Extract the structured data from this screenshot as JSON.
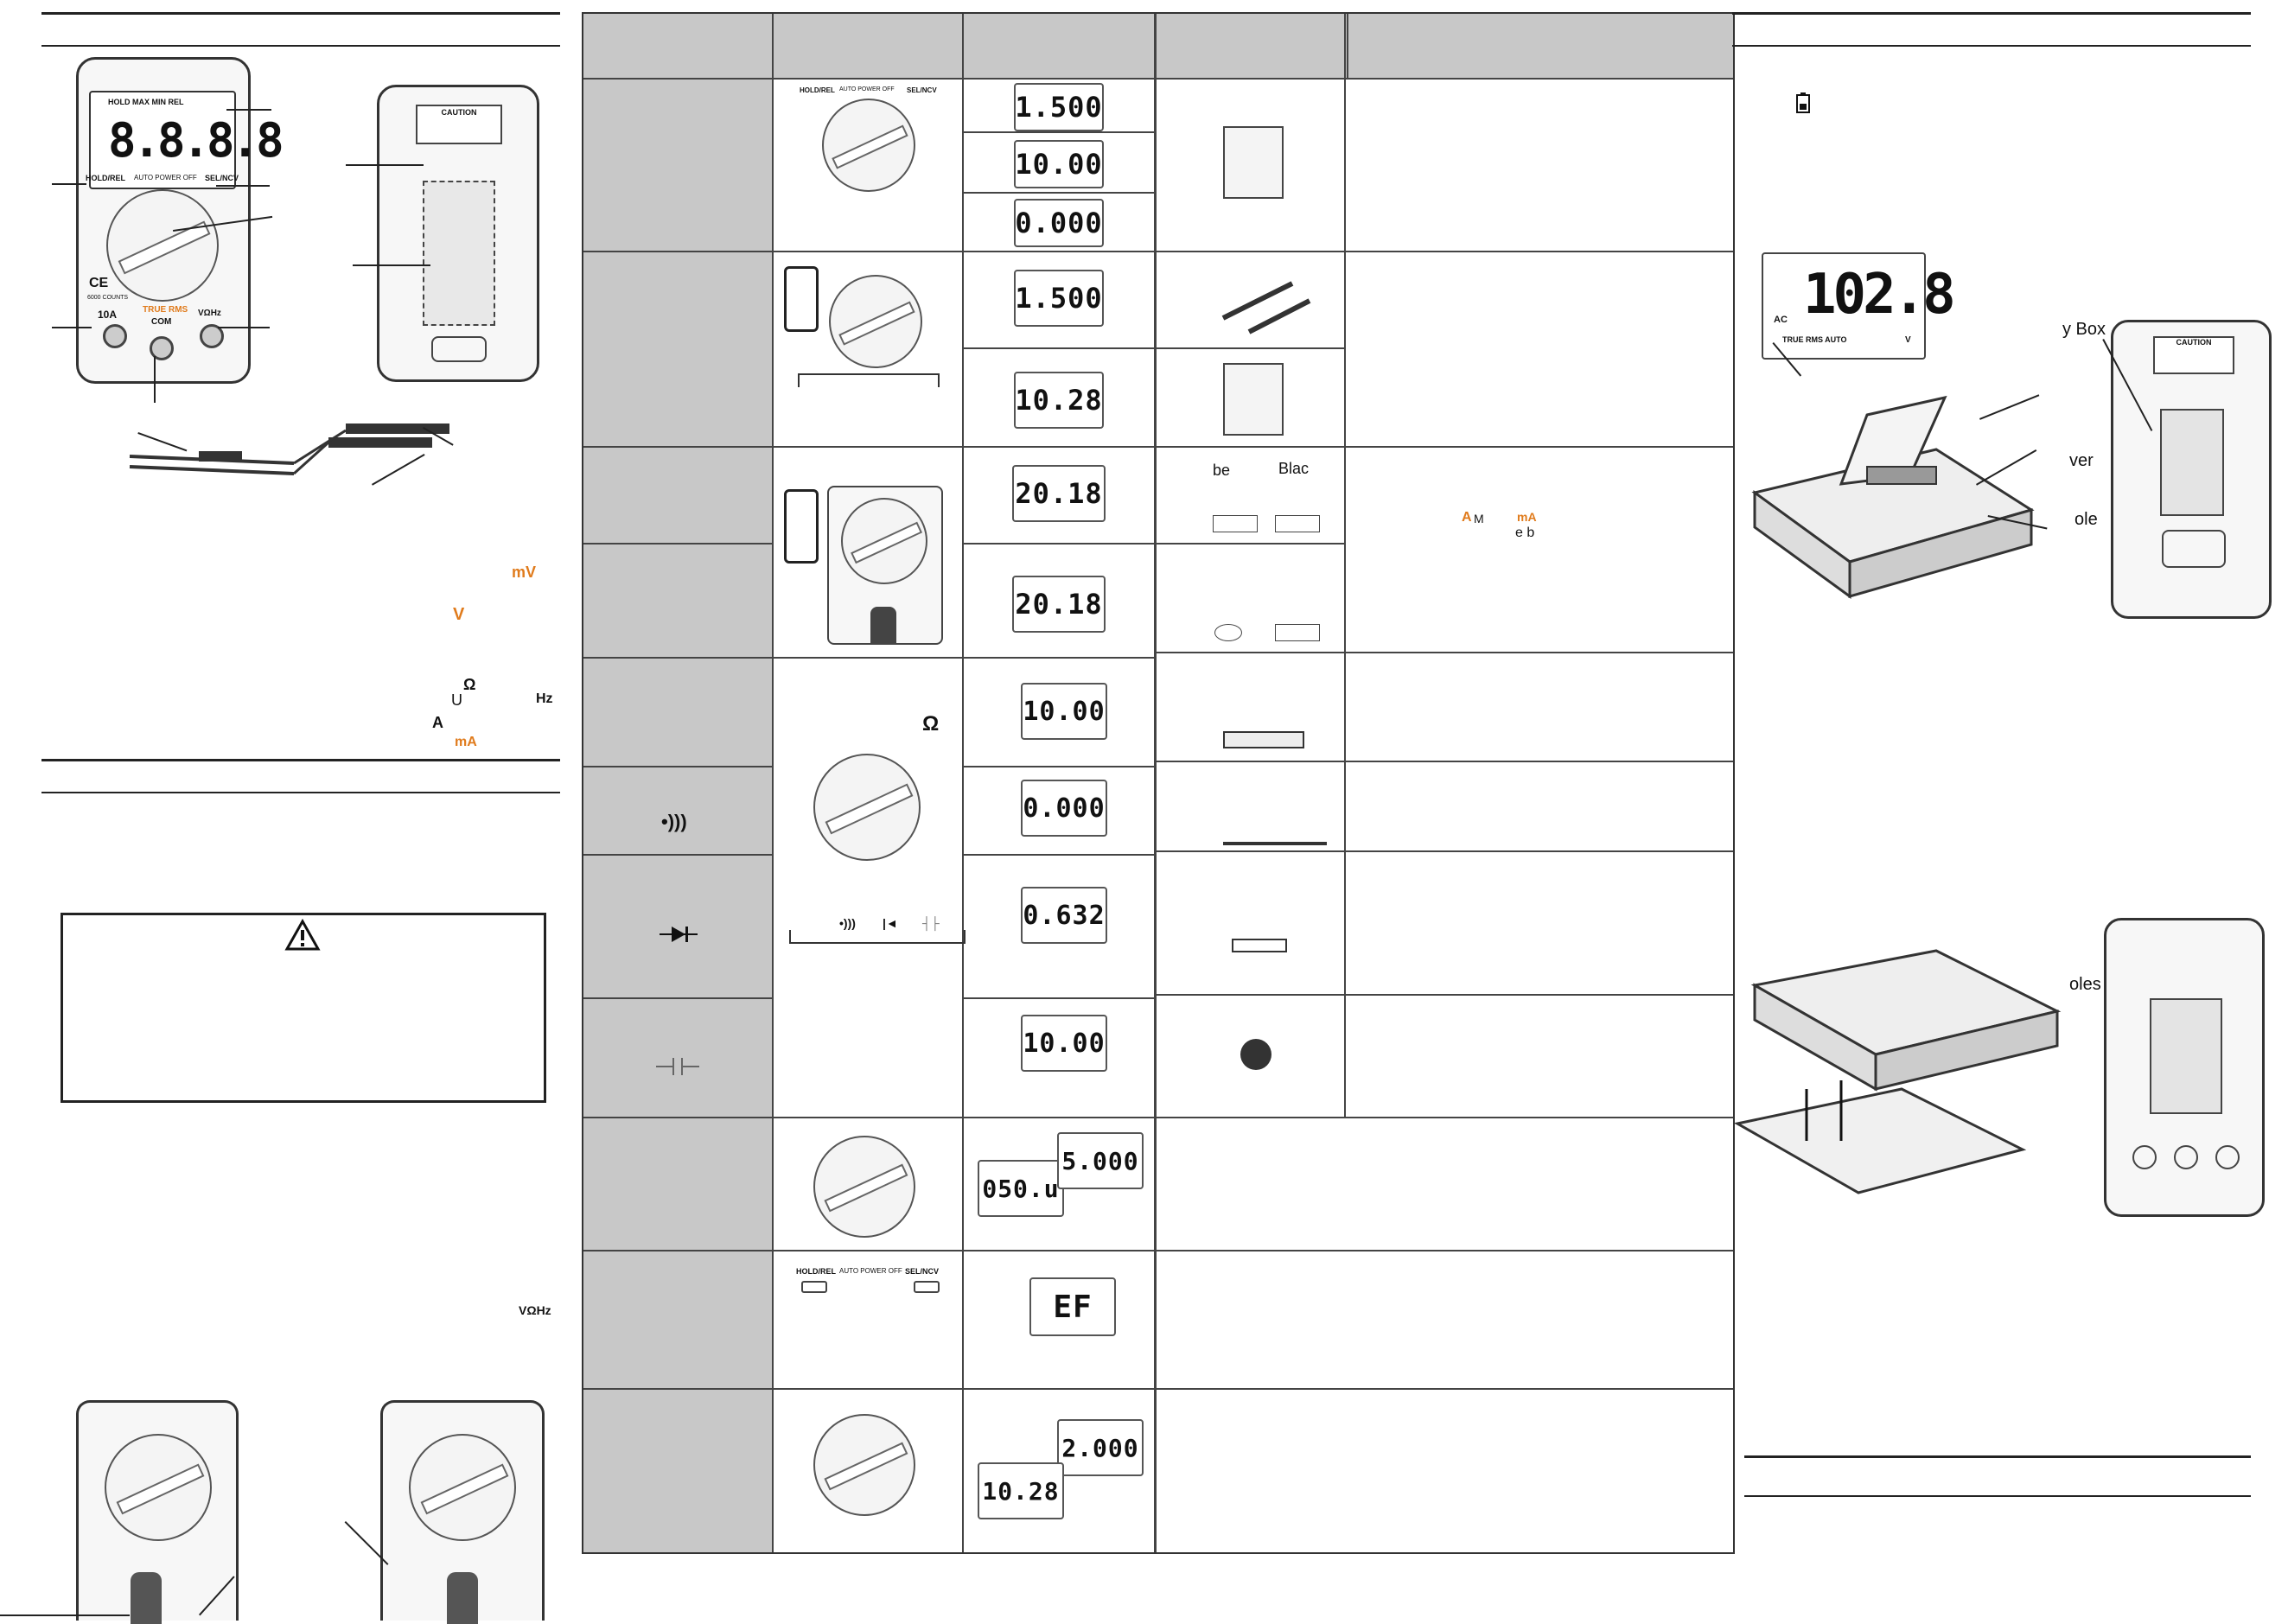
{
  "colors": {
    "accent": "#e07b1c",
    "header_gray": "#c8c8c8",
    "rule": "#222222"
  },
  "left_col": {
    "meter_front": {
      "display_value": "8.8.8.8",
      "display_flags": "HOLD MAX MIN REL",
      "buttons": [
        "HOLD/REL",
        "AUTO POWER OFF",
        "SEL/NCV"
      ],
      "jacks": [
        "10A",
        "COM",
        "VΩHz"
      ],
      "brand": "TRUE RMS",
      "counts": "6000 COUNTS",
      "mark": "CE"
    },
    "meter_back": {
      "caution": "CAUTION"
    },
    "right_icons": [
      "mV",
      "V",
      "Ω",
      "U",
      "Hz",
      "A",
      "mA"
    ],
    "warning_icon": "warning-icon",
    "bottom_jacks": "VΩHz"
  },
  "table": {
    "display_values": [
      "1.500",
      "10.00",
      "0.000",
      "1.500",
      "10.28",
      "20.18",
      "20.18",
      "10.00",
      "0.000",
      "0.632",
      "10.00",
      "050.u",
      "5.000",
      "EF",
      "2.000",
      "10.28"
    ],
    "panel_labels": [
      "HOLD/REL",
      "AUTO POWER OFF",
      "SEL/NCV"
    ],
    "probe_labels": [
      "be",
      "Blac"
    ],
    "range_marks": [
      "A",
      "M",
      "mA",
      "e b"
    ],
    "symbols": [
      "continuity-icon",
      "diode-icon",
      "capacitor-icon"
    ],
    "seq_symbols": [
      "•)))",
      "|◄",
      "┤├"
    ],
    "omega": "Ω"
  },
  "right_col": {
    "battery_icon": "battery-icon",
    "display_value": "102.8",
    "display_ac": "AC",
    "display_flags": "TRUE RMS AUTO",
    "display_unit": "V",
    "labels": [
      "y Box",
      "ver",
      "ole",
      "oles"
    ],
    "caution": "CAUTION"
  }
}
